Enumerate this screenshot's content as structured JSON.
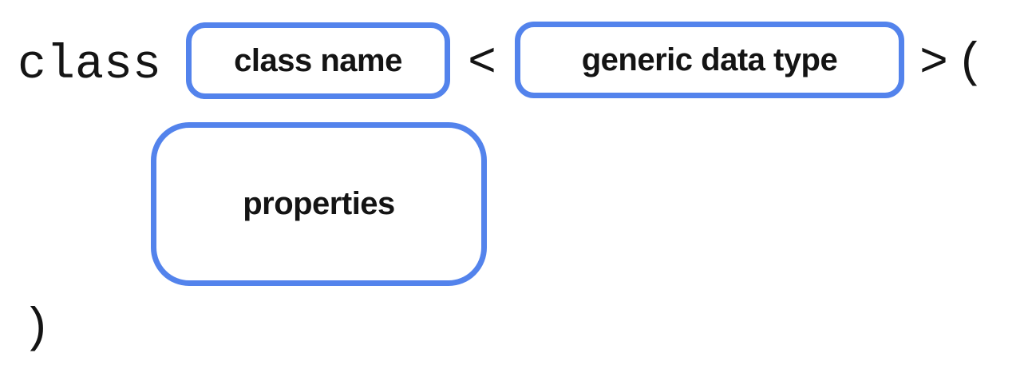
{
  "page": {
    "background": "#ffffff"
  },
  "colors": {
    "box_border": "#5383EC",
    "code_text": "#141414",
    "label_text": "#141414"
  },
  "syntax": {
    "keyword": "class",
    "open_angle": "<",
    "close_angle": ">",
    "open_paren": "(",
    "close_paren": ")"
  },
  "placeholders": {
    "class_name": "class name",
    "generic_data_type": "generic data type",
    "properties": "properties"
  }
}
